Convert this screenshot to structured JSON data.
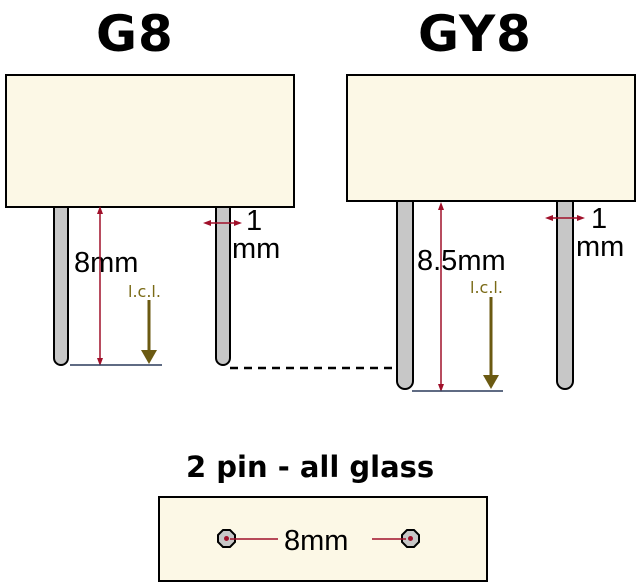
{
  "left_lamp": {
    "title": "G8",
    "pin_length": "8mm",
    "pin_width_number": "1",
    "pin_width_unit": "mm",
    "icl": "l.c.l."
  },
  "right_lamp": {
    "title": "GY8",
    "pin_length": "8.5mm",
    "pin_width_number": "1",
    "pin_width_unit": "mm",
    "icl": "l.c.l."
  },
  "bottom": {
    "subtitle": "2 pin - all glass",
    "pin_spacing": "8mm"
  },
  "colors": {
    "base_fill": "#fcf8e6",
    "pin_fill": "#c7c7c7",
    "dimension_line": "#a0102a",
    "icl_arrow": "#6b5a12",
    "outline": "#000000"
  }
}
